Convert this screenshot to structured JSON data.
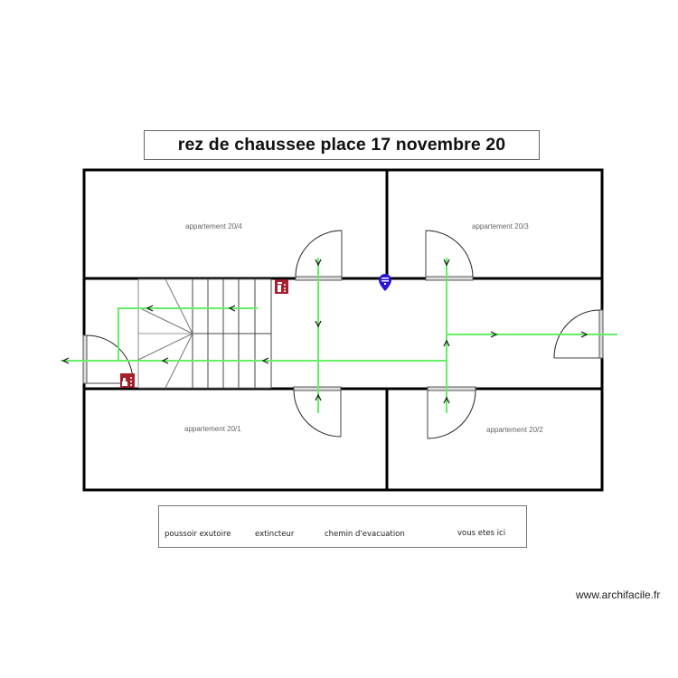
{
  "title": "rez de chaussee place 17 novembre 20",
  "rooms": [
    {
      "id": "20/4",
      "label": "appartement 20/4"
    },
    {
      "id": "20/3",
      "label": "appartement 20/3"
    },
    {
      "id": "20/1",
      "label": "appartement 20/1"
    },
    {
      "id": "20/2",
      "label": "appartement 20/2"
    }
  ],
  "legend": {
    "items": [
      {
        "icon": "smoke-vent-button-icon",
        "label": "poussoir exutoire"
      },
      {
        "icon": "fire-extinguisher-icon",
        "label": "extincteur"
      },
      {
        "icon": "evacuation-path-line",
        "label": "chemin d'evacuation"
      },
      {
        "icon": "you-are-here-pin-icon",
        "label": "vous etes ici"
      }
    ]
  },
  "credit": "www.archifacile.fr",
  "colors": {
    "wall": "#000000",
    "evacuation_path": "#66ee66",
    "safety_icon": "#a51f2d",
    "location_pin": "#2a14d8",
    "room_label": "#666666"
  }
}
